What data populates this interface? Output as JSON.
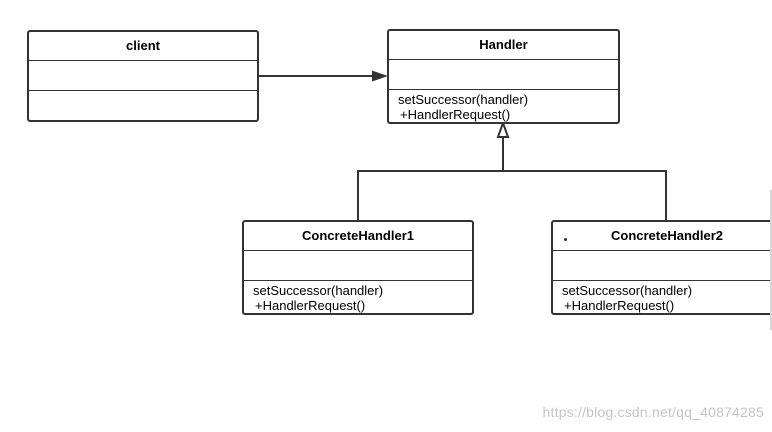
{
  "classes": {
    "client": {
      "name": "client"
    },
    "handler": {
      "name": "Handler",
      "methods": [
        "setSuccessor(handler)",
        "+HandlerRequest()"
      ]
    },
    "concrete1": {
      "name": "ConcreteHandler1",
      "methods": [
        "setSuccessor(handler)",
        "+HandlerRequest()"
      ]
    },
    "concrete2": {
      "name": "ConcreteHandler2",
      "methods": [
        "setSuccessor(handler)",
        "+HandlerRequest()"
      ]
    }
  },
  "watermark": "https://blog.csdn.net/qq_40874285",
  "colors": {
    "stroke": "#333333",
    "watermark": "#c4c4c4"
  }
}
